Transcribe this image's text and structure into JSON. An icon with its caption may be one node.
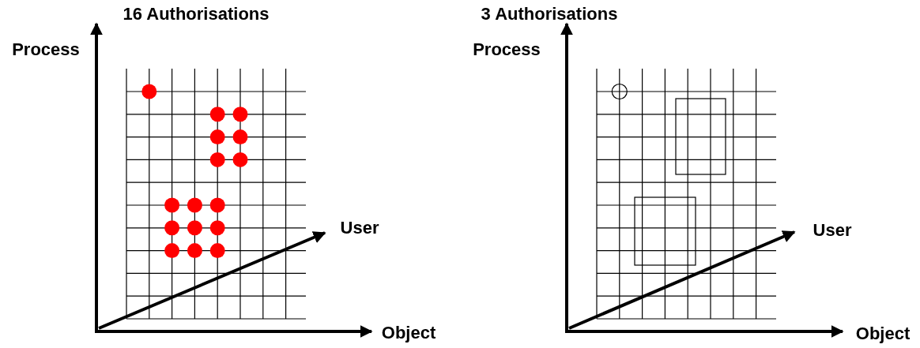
{
  "diagram": {
    "labels": [
      "16 Authorisations",
      "Process",
      "User",
      "Object",
      "3 Authorisations",
      "Process",
      "User",
      "Object"
    ]
  }
}
